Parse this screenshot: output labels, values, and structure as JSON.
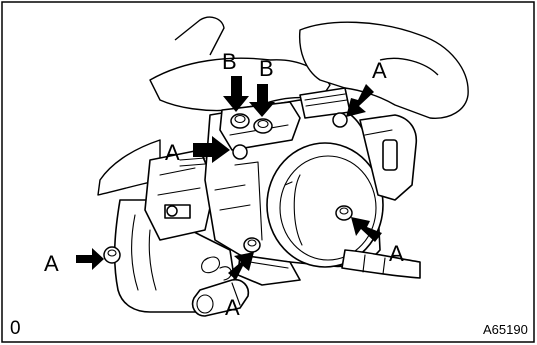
{
  "diagram": {
    "labels": {
      "a": "A",
      "b": "B"
    },
    "corner_code": "0",
    "figure_code": "A65190"
  }
}
